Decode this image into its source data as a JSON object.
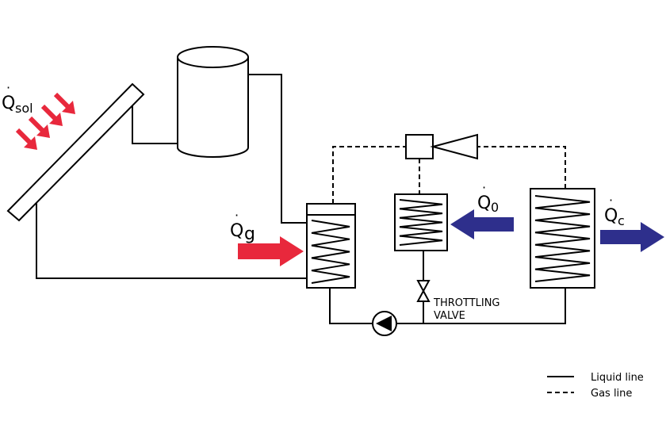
{
  "labels": {
    "q_sol": {
      "symbol": "Q",
      "subscript": "sol"
    },
    "q_g": {
      "symbol": "Q",
      "subscript": "g"
    },
    "q_0": {
      "symbol": "Q",
      "subscript": "0"
    },
    "q_c": {
      "symbol": "Q",
      "subscript": "c"
    },
    "valve_line1": "THROTTLING",
    "valve_line2": "VALVE"
  },
  "legend": {
    "liquid": "Liquid line",
    "gas": "Gas line"
  },
  "colors": {
    "heat_in": "#e8283c",
    "heat_out": "#2e2f8c",
    "line": "#000000"
  },
  "icons": {
    "pump": "pump-icon",
    "ejector": "ejector-icon",
    "valve": "throttling-valve-icon"
  }
}
